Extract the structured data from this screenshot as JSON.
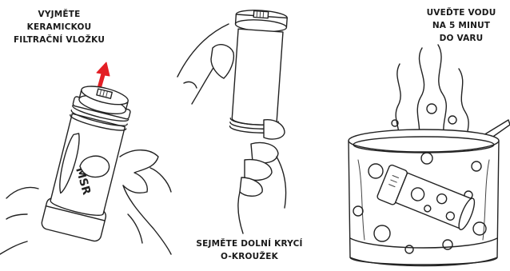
{
  "steps": [
    {
      "label_lines": [
        "VYJMĚTE",
        "KERAMICKOU",
        "FILTRAČNÍ VLOŽKU"
      ]
    },
    {
      "label_lines": [
        "SEJMĚTE DOLNÍ KRYCÍ",
        "O-KROUŽEK"
      ]
    },
    {
      "label_lines": [
        "UVEĎTE VODU",
        "NA 5 MINUT",
        "DO VARU"
      ]
    }
  ],
  "brand_text": "MSR",
  "colors": {
    "arrow": "#e31e24",
    "line": "#222222",
    "background": "#ffffff"
  }
}
